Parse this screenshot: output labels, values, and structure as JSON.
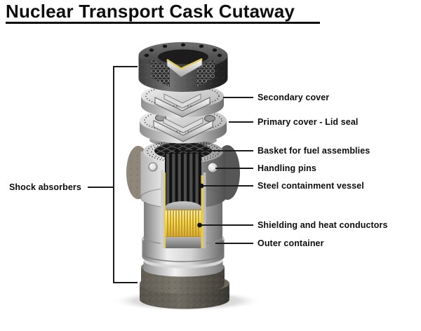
{
  "title": "Nuclear Transport Cask Cutaway",
  "labels": {
    "left": {
      "shock_absorbers": "Shock absorbers"
    },
    "right": [
      {
        "text": "Secondary cover"
      },
      {
        "text": "Primary cover - Lid seal"
      },
      {
        "text": "Basket for fuel assemblies"
      },
      {
        "text": "Handling pins"
      },
      {
        "text": "Steel containment vessel"
      },
      {
        "text": "Shielding and heat conductors"
      },
      {
        "text": "Outer container"
      }
    ]
  },
  "colors": {
    "background": "#ffffff",
    "text": "#0d0d0d",
    "leader_line": "#1a1a1a",
    "shielding_yellow": "#f2d94e",
    "dark_metal": "#3c3c3c",
    "light_metal": "#d9d9d9"
  }
}
